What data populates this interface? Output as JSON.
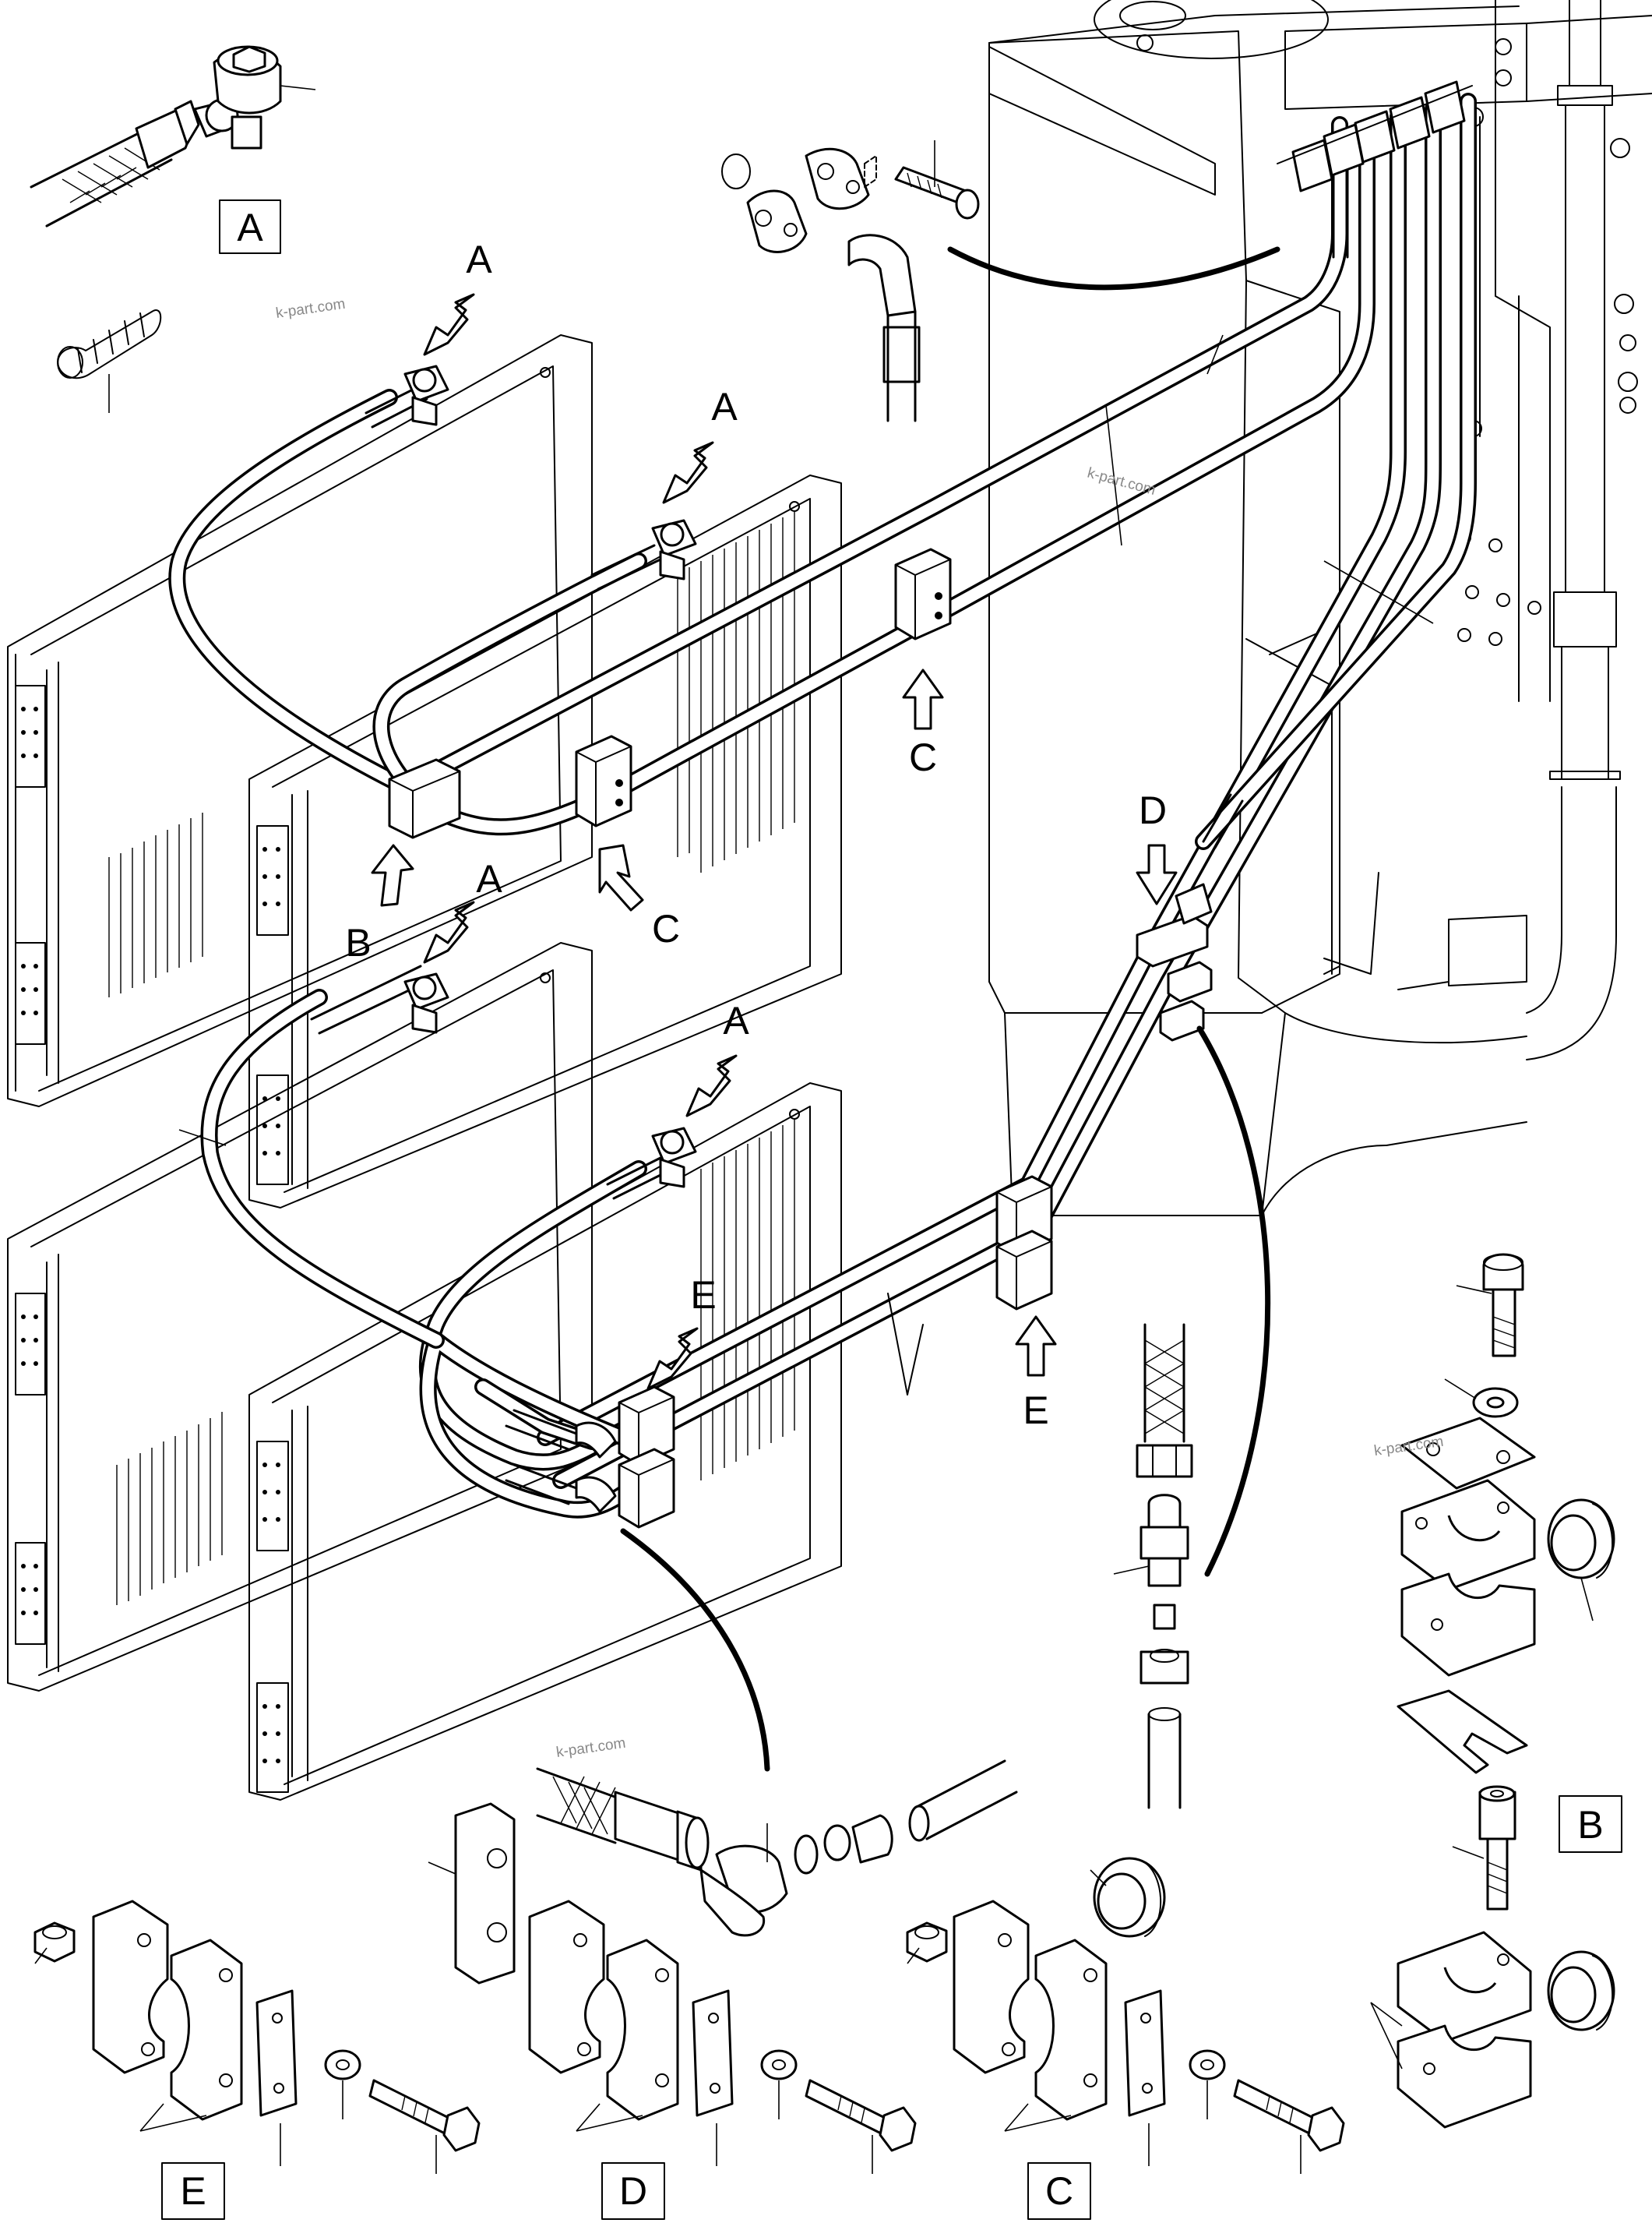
{
  "watermark": "k-part.com",
  "callouts": [
    {
      "id": "a1",
      "text": "A"
    },
    {
      "id": "a2",
      "text": "A"
    },
    {
      "id": "a3",
      "text": "A"
    },
    {
      "id": "a4",
      "text": "A"
    },
    {
      "id": "b1",
      "text": "B"
    },
    {
      "id": "c1",
      "text": "C"
    },
    {
      "id": "c2",
      "text": "C"
    },
    {
      "id": "d1",
      "text": "D"
    },
    {
      "id": "e1",
      "text": "E"
    },
    {
      "id": "e2",
      "text": "E"
    }
  ],
  "detail_boxes": [
    {
      "id": "A",
      "text": "A"
    },
    {
      "id": "B",
      "text": "B"
    },
    {
      "id": "C",
      "text": "C"
    },
    {
      "id": "D",
      "text": "D"
    },
    {
      "id": "E",
      "text": "E"
    }
  ]
}
